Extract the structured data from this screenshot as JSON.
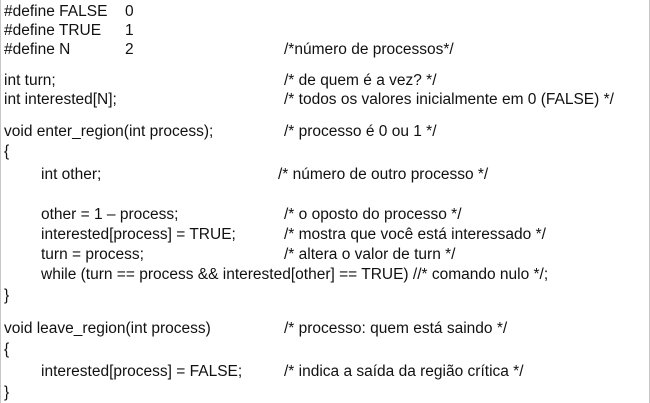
{
  "lines": {
    "define_false": {
      "code": "#define FALSE",
      "value": "0"
    },
    "define_true": {
      "code": "#define TRUE",
      "value": "1"
    },
    "define_n": {
      "code": "#define N",
      "value": "2",
      "comment": "/*número de processos*/"
    },
    "turn_decl": {
      "code": "int turn;",
      "comment": "/* de quem é a vez? */"
    },
    "interested_decl": {
      "code": "int interested[N];",
      "comment": "/* todos os valores inicialmente em 0 (FALSE) */"
    },
    "enter_sig": {
      "code": "void enter_region(int process);",
      "comment": "/* processo é 0 ou 1 */"
    },
    "enter_open": {
      "code": "{"
    },
    "other_decl": {
      "code": "int other;",
      "comment": "/* número de outro processo */"
    },
    "other_assign": {
      "code": "other = 1 – process;",
      "comment": "/* o oposto do processo */"
    },
    "interested_set": {
      "code": "interested[process] = TRUE;",
      "comment": "/* mostra que você está interessado */"
    },
    "turn_assign": {
      "code": "turn = process;",
      "comment": "/* altera o valor de turn */"
    },
    "while_loop": {
      "code": "while (turn == process && interested[other] == TRUE) //* comando nulo */;"
    },
    "enter_close": {
      "code": "}"
    },
    "leave_sig": {
      "code": "void leave_region(int process)",
      "comment": "/* processo: quem está saindo */"
    },
    "leave_open": {
      "code": "{"
    },
    "interested_clear": {
      "code": "interested[process] = FALSE;",
      "comment": "/* indica a saída da região crítica */"
    },
    "leave_close": {
      "code": "}"
    }
  }
}
